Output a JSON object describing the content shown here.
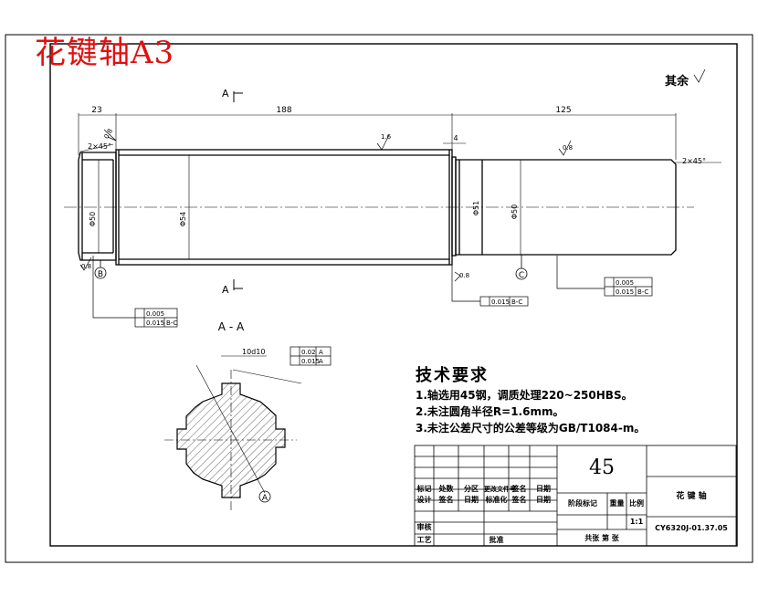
{
  "title": "花键轴A3",
  "surface_note": "其余",
  "section_labels": {
    "a_top": "A",
    "a_bottom": "A",
    "section_title": "A - A",
    "datum_b": "B",
    "datum_c": "C",
    "datum_a": "A"
  },
  "dimensions": {
    "d23": "23",
    "d188": "188",
    "d125": "125",
    "d4": "4",
    "chamfer_left": "2×45°",
    "chamfer_right": "2×45°",
    "phi_left": "Φ50",
    "phi_mid": "Φ54",
    "phi_r1": "Φ51",
    "phi_r2": "Φ50",
    "spline_w": "10d10",
    "r_left": "0.8",
    "r_mid": "1.6",
    "r_right": "0.8",
    "r_b": "0.8",
    "r_r": "0.8"
  },
  "tolerances": {
    "left_1": "0.005",
    "left_2": "0.015",
    "left_ref": "B-C",
    "mid_1": "0.015",
    "mid_ref": "B-C",
    "right_1": "0.005",
    "right_2": "0.015",
    "right_ref": "B-C",
    "sec_1": "0.02",
    "sec_1_ref": "A",
    "sec_2": "0.015",
    "sec_2_ref": "A"
  },
  "tech_requirements": {
    "heading": "技术要求",
    "items": [
      "1.轴选用45钢，调质处理220~250HBS。",
      "2.未注圆角半径R=1.6mm。",
      "3.未注公差尺寸的公差等级为GB/T1084-m。"
    ]
  },
  "title_block": {
    "material": "45",
    "part_name": "花 键 轴",
    "scale": "1:1",
    "drawing_no": "CY6320J-01.37.05",
    "row_a": [
      "标记",
      "处数",
      "分区",
      "更改文件号",
      "签名",
      "日期"
    ],
    "row_b": [
      "设计",
      "签名",
      "日期",
      "标准化",
      "签名",
      "日期"
    ],
    "stage_mark": "阶段标记",
    "weight": "重量",
    "scale_label": "比例",
    "review": "审核",
    "process": "工艺",
    "approve": "批准",
    "sheets": "共张 第 张"
  }
}
